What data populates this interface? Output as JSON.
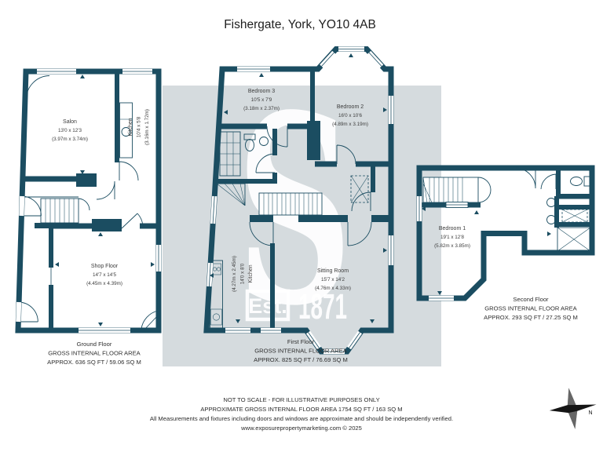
{
  "title": "Fishergate, York, YO10 4AB",
  "watermark": {
    "letter": "S",
    "est": "Est.",
    "year": "1871"
  },
  "colors": {
    "wall": "#1b4d61",
    "band": "#d5dbde",
    "text": "#3c3c3c"
  },
  "floors": {
    "ground": {
      "name": "Ground Floor",
      "area_label": "GROSS INTERNAL FLOOR AREA",
      "area_value": "APPROX. 636 SQ FT / 59.06 SQ M",
      "rooms": {
        "salon": {
          "name": "Salon",
          "imperial": "13'0 x 12'3",
          "metric": "(3.97m x 3.74m)"
        },
        "kitchen": {
          "name": "Kitchen",
          "imperial": "10'4 x 5'8",
          "metric": "(3.16m x 1.72m)"
        },
        "shop": {
          "name": "Shop Floor",
          "imperial": "14'7 x 14'5",
          "metric": "(4.45m x 4.39m)"
        }
      }
    },
    "first": {
      "name": "First Floor",
      "area_label": "GROSS INTERNAL FLOOR AREA",
      "area_value": "APPROX. 825 SQ FT / 76.69 SQ M",
      "rooms": {
        "bedroom3": {
          "name": "Bedroom 3",
          "imperial": "10'5 x 7'9",
          "metric": "(3.18m x 2.37m)"
        },
        "bedroom2": {
          "name": "Bedroom 2",
          "imperial": "16'0 x 10'6",
          "metric": "(4.89m x 3.19m)"
        },
        "kitchen": {
          "name": "Kitchen",
          "imperial": "14'0 x 8'0",
          "metric": "(4.27m x 2.45m)"
        },
        "sitting": {
          "name": "Sitting Room",
          "imperial": "15'7 x 14'2",
          "metric": "(4.76m x 4.33m)"
        }
      }
    },
    "second": {
      "name": "Second Floor",
      "area_label": "GROSS INTERNAL FLOOR AREA",
      "area_value": "APPROX. 293 SQ FT / 27.25 SQ M",
      "rooms": {
        "bedroom1": {
          "name": "Bedroom 1",
          "imperial": "19'1 x 12'8",
          "metric": "(5.82m x 3.85m)"
        }
      }
    }
  },
  "footer": {
    "line1": "NOT TO SCALE - FOR ILLUSTRATIVE PURPOSES ONLY",
    "line2": "APPROXIMATE GROSS INTERNAL FLOOR AREA 1754 SQ FT / 163 SQ M",
    "line3": "All Measurements and fixtures including doors and windows are approximate and should be independently verified.",
    "line4": "www.exposurepropertymarketing.com © 2025"
  },
  "compass": {
    "north_label": "N"
  }
}
